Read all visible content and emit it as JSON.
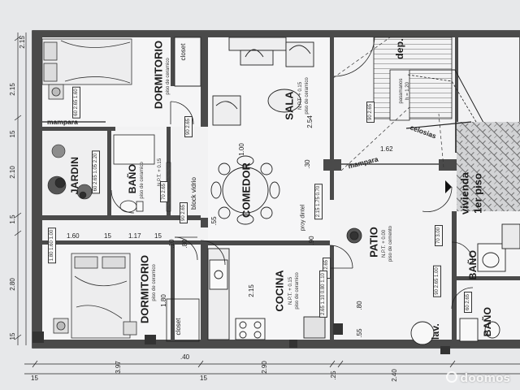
{
  "rooms": {
    "dormitorio_top": "DORMITORIO",
    "dormitorio_top_floor": "piso de ceramico",
    "closet_top": "closet",
    "bano_top": "BAÑO",
    "bano_top_floor": "piso de ceramico",
    "jardin": "JARDIN",
    "dormitorio_bottom": "DORMITORIO",
    "dormitorio_bottom_floor": "piso de ceramico",
    "closet_bottom": "closet",
    "sala": "SALA",
    "sala_level": "N.P.T. + 0.15",
    "sala_floor": "piso de ceramico",
    "comedor": "COMEDOR",
    "cocina": "COCINA",
    "cocina_level": "N.P.T. + 0.15",
    "cocina_floor": "piso de ceramico",
    "patio": "PATIO",
    "patio_level": "N.P.T. + 0.00",
    "patio_floor": "piso de cemento",
    "dep": "dep.",
    "bano_right_1": "BAÑO",
    "bano_right_2": "BAÑO",
    "lav": "lav.",
    "vivienda": "vivienda",
    "vivienda_2": "1er piso"
  },
  "notes": {
    "mampara_left": "mampara",
    "mampara_right": "mampara",
    "celosias": "celosias",
    "block_vidrio": "block vidrio",
    "proy_dintel": "proy dintel",
    "npt_bano": "N.P.T. + 0.15",
    "pasamanos": "pasamanos",
    "pasamanos_h": "h = 1.20"
  },
  "dimensions": {
    "left_1": "2.15",
    "left_2": "2.15",
    "left_3": "2.10",
    "left_4": "1.5",
    "left_5": "2.80",
    "left_6": "15",
    "left_7": "15",
    "bottom_1": "15",
    "bottom_2": "3.97",
    "bottom_3": "15",
    "bottom_4": "2.90",
    "bottom_5": ".25",
    "bottom_6": "2.40",
    "mid_160": "1.60",
    "mid_15a": "15",
    "mid_117": "1.17",
    "mid_15b": "15",
    "mid_10": ".10",
    "mid_80": ".80",
    "mid_100": "1.00",
    "mid_30": ".30",
    "mid_254": "2.54",
    "mid_162": "1.62",
    "mid_55": ".55",
    "mid_90": ".90",
    "mid_215": "2.15",
    "mid_180": "1.80",
    "mid_40": ".40",
    "mid_80b": ".80",
    "mid_55b": ".55"
  },
  "window_tags": {
    "w1": [
      "60",
      "2.65",
      "1.60"
    ],
    "w2": [
      "90",
      "2.65"
    ],
    "w3": [
      "60",
      "2.65",
      "1.05",
      "2.20"
    ],
    "w4": [
      "70",
      "2.65"
    ],
    "w5": [
      "90",
      "2.65"
    ],
    "w6": [
      "1.80",
      "1.60",
      "1.00"
    ],
    "w7": [
      "2.15",
      "1.75",
      "0.70"
    ],
    "w8": [
      "70",
      "2.65"
    ],
    "w9": [
      "90",
      "2.65"
    ],
    "w10": [
      "2.65",
      "1.10",
      "0.80",
      "1.10"
    ],
    "w11": [
      "70",
      "3.00"
    ],
    "w12": [
      "90",
      "2.65",
      "1.00"
    ],
    "w13": [
      "60",
      "2.65"
    ]
  },
  "watermark": "doomos",
  "colors": {
    "line": "#1c1c1c",
    "paper": "#e7e8ea",
    "shade": "#b9bbbd"
  }
}
